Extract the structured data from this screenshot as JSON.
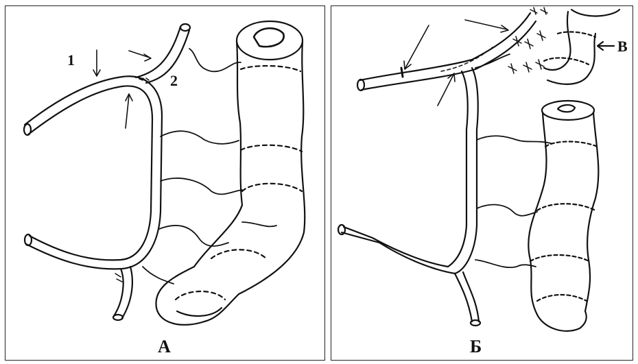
{
  "panel_a": {
    "letter": "А",
    "label_1": "1",
    "label_2": "2"
  },
  "panel_b": {
    "letter": "Б",
    "label_v": "В"
  },
  "colors": {
    "line": "#111111",
    "background": "#ffffff"
  }
}
